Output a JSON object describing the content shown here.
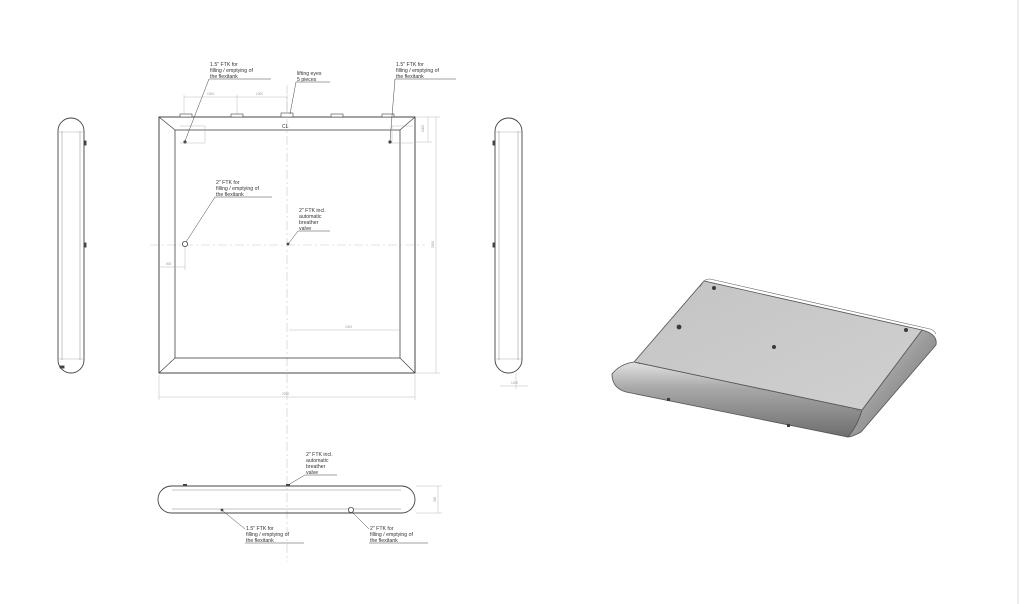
{
  "drawing": {
    "colors": {
      "line": "#444444",
      "thin": "#a8a8a8",
      "center": "#c8c8c8",
      "iso_top": "#c9c9c9",
      "iso_side": "#9b9b9b"
    },
    "front_view": {
      "centerline_mark": "CL",
      "note_fill_top_left": [
        "1.5\" FTK for",
        "filling / emptying of",
        "the flexitank"
      ],
      "note_lifting_eyes": [
        "lifting eyes",
        "5 pieces"
      ],
      "note_fill_top_right": [
        "1.5\" FTK for",
        "filling / emptying of",
        "the flexitank"
      ],
      "note_fill_side": [
        "2\" FTK for",
        "filling / emptying of",
        "the flexitank"
      ],
      "note_breather": [
        "2\" FTK incl.",
        "automatic",
        "breather",
        "valve"
      ]
    },
    "bottom_view": {
      "note_breather": [
        "2\" FTK incl.",
        "automatic",
        "breather",
        "valve"
      ],
      "note_fill_left": [
        "1.5\" FTK for",
        "filling / emptying of",
        "the flexitank"
      ],
      "note_fill_right": [
        "2\" FTK for",
        "filling / emptying of",
        "the flexitank"
      ]
    },
    "dimensions": {
      "top_span_1": "1000",
      "top_span_2": "1000",
      "right_offset": "1000",
      "right_height": "2500",
      "inner_width": "1000",
      "overall_width": "2200",
      "left_offset": "500",
      "profile_height": "300",
      "side_base": "1200"
    }
  }
}
